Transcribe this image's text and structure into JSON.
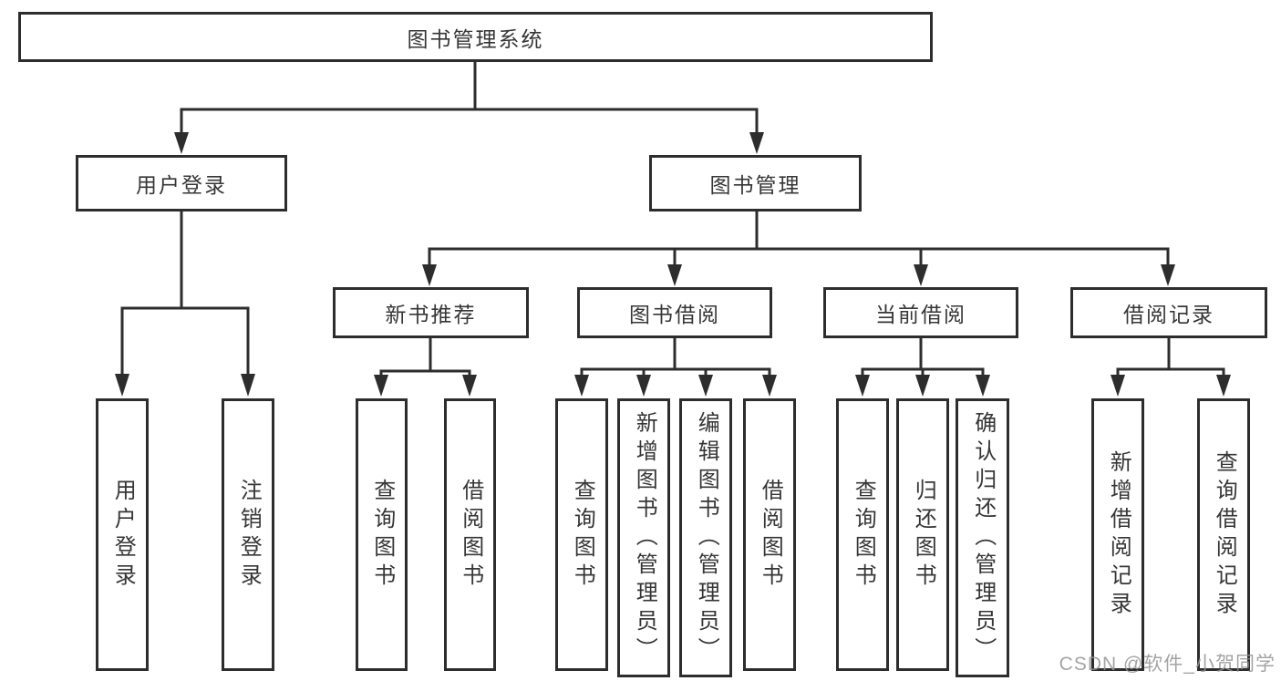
{
  "title": "图书管理系统",
  "colors": {
    "line": "#2d2d2d",
    "text": "#363636",
    "background": "#ffffff",
    "watermark": "#999999"
  },
  "watermark": "CSDN @软件_小贺同学",
  "nodes": {
    "root": "图书管理系统",
    "level2": {
      "user_login": "用户登录",
      "book_mgmt": "图书管理"
    },
    "level3": {
      "recommend": "新书推荐",
      "borrow": "图书借阅",
      "current": "当前借阅",
      "record": "借阅记录"
    },
    "leaves": {
      "user_login": [
        "用户登录",
        "注销登录"
      ],
      "recommend": [
        "查询图书",
        "借阅图书"
      ],
      "borrow": [
        "查询图书",
        "新增图书（管理员）",
        "编辑图书（管理员）",
        "借阅图书"
      ],
      "current": [
        "查询图书",
        "归还图书",
        "确认归还（管理员）"
      ],
      "record": [
        "新增借阅记录",
        "查询借阅记录"
      ]
    }
  }
}
